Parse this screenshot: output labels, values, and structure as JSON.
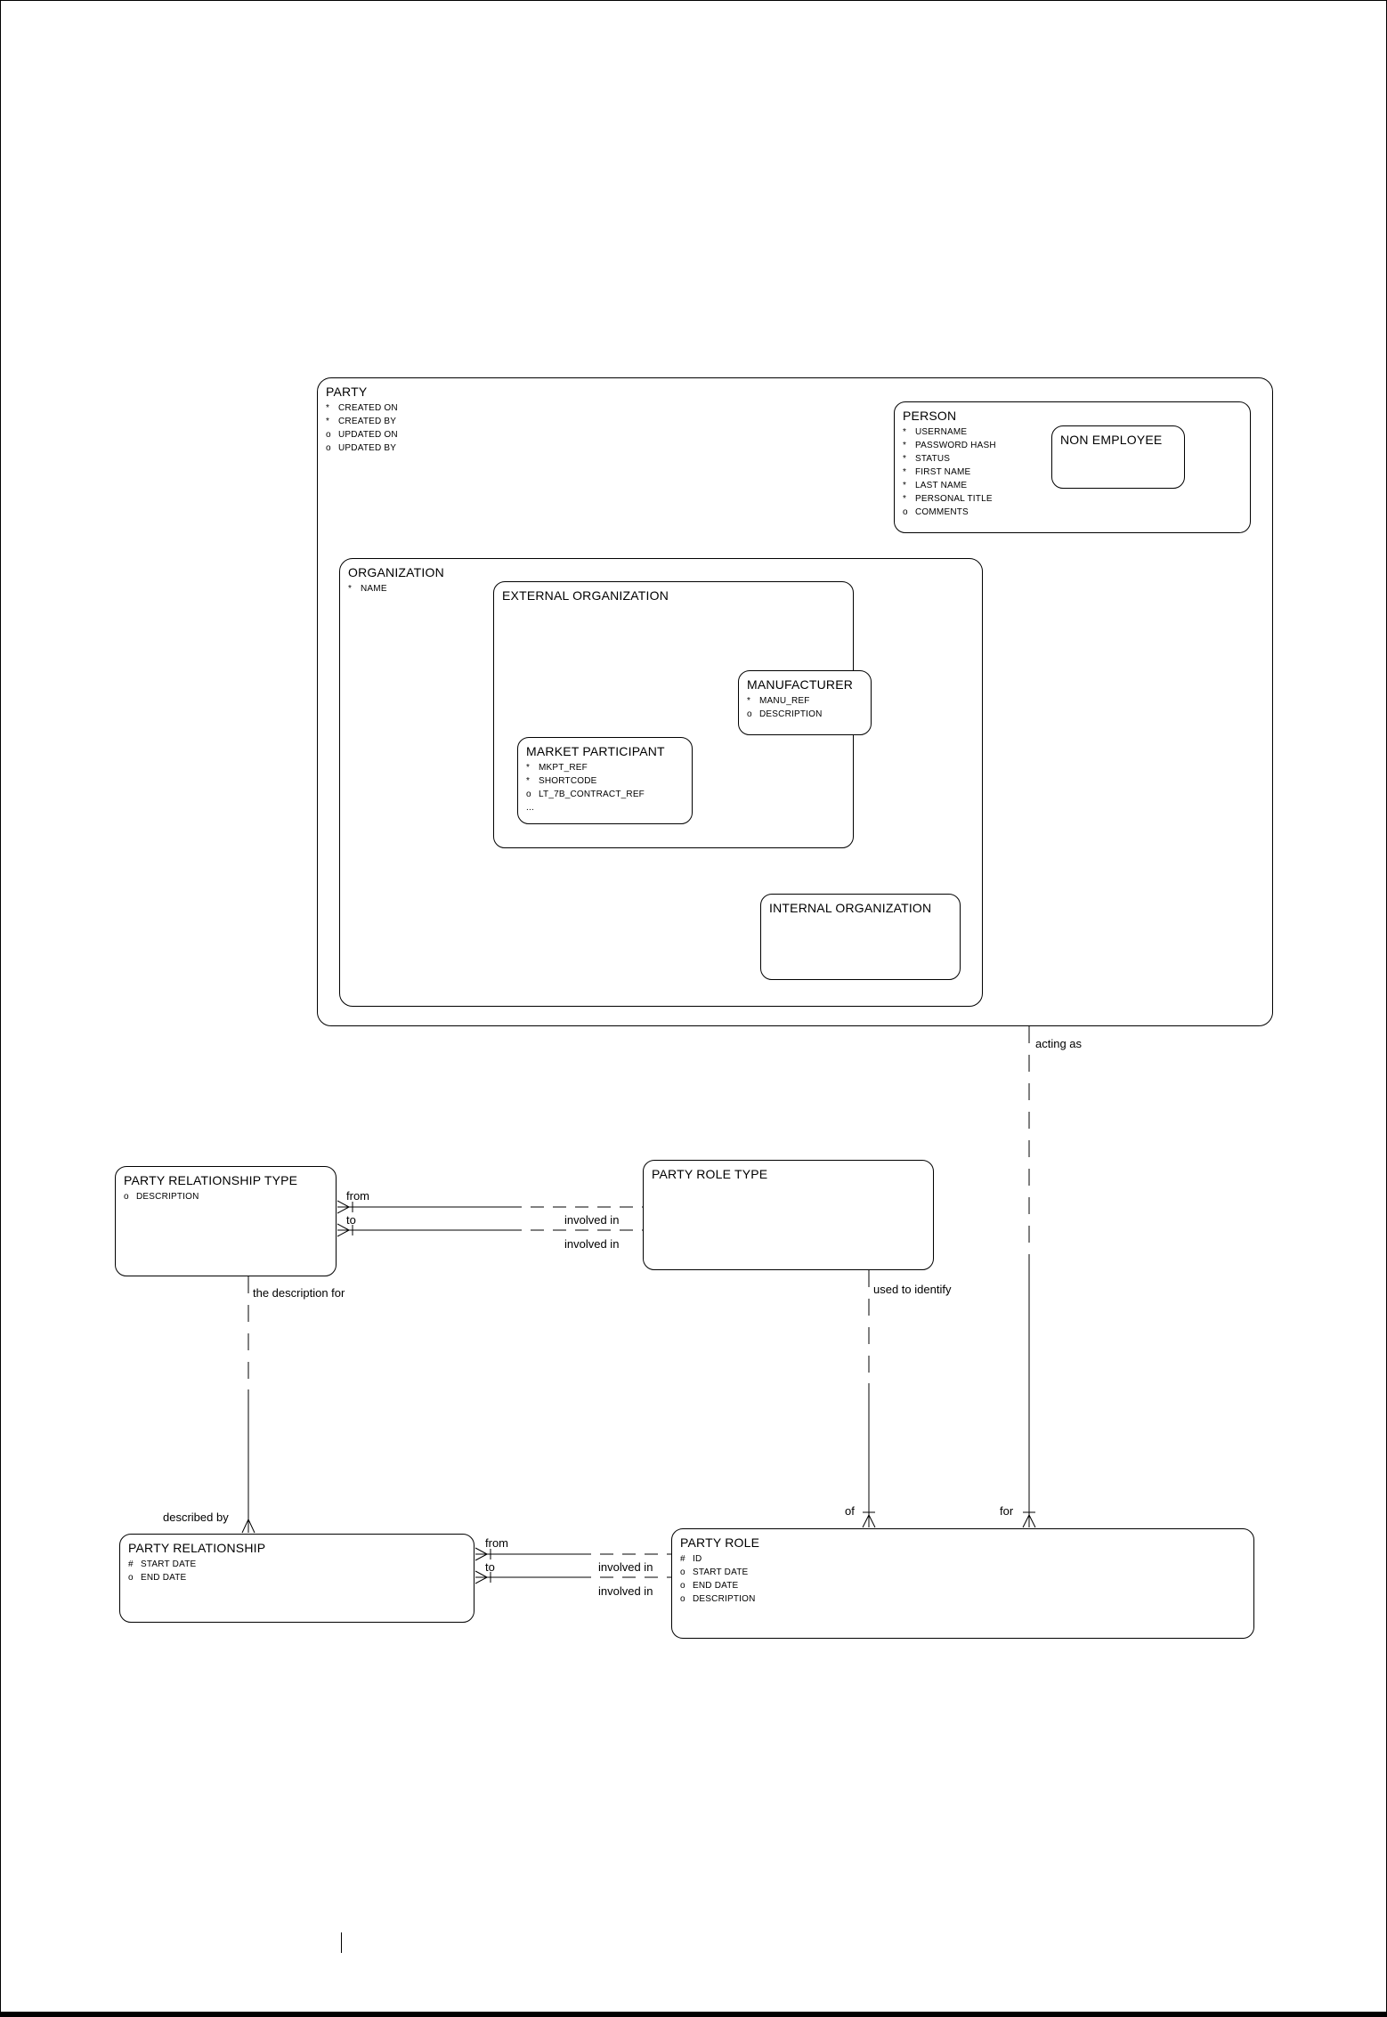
{
  "diagram": {
    "colors": {
      "line": "#000000",
      "background": "#ffffff",
      "text": "#000000"
    },
    "entities": {
      "party": {
        "title": "PARTY",
        "attrs": [
          {
            "m": "*",
            "n": "CREATED ON"
          },
          {
            "m": "*",
            "n": "CREATED BY"
          },
          {
            "m": "o",
            "n": "UPDATED ON"
          },
          {
            "m": "o",
            "n": "UPDATED BY"
          }
        ]
      },
      "person": {
        "title": "PERSON",
        "attrs": [
          {
            "m": "*",
            "n": "USERNAME"
          },
          {
            "m": "*",
            "n": "PASSWORD HASH"
          },
          {
            "m": "*",
            "n": "STATUS"
          },
          {
            "m": "*",
            "n": "FIRST NAME"
          },
          {
            "m": "*",
            "n": "LAST NAME"
          },
          {
            "m": "*",
            "n": "PERSONAL TITLE"
          },
          {
            "m": "o",
            "n": "COMMENTS"
          }
        ]
      },
      "non_employee": {
        "title": "NON EMPLOYEE",
        "attrs": []
      },
      "organization": {
        "title": "ORGANIZATION",
        "attrs": [
          {
            "m": "*",
            "n": "NAME"
          }
        ]
      },
      "external_organization": {
        "title": "EXTERNAL ORGANIZATION",
        "attrs": []
      },
      "manufacturer": {
        "title": "MANUFACTURER",
        "attrs": [
          {
            "m": "*",
            "n": "MANU_REF"
          },
          {
            "m": "o",
            "n": "DESCRIPTION"
          }
        ]
      },
      "market_participant": {
        "title": "MARKET PARTICIPANT",
        "attrs": [
          {
            "m": "*",
            "n": "MKPT_REF"
          },
          {
            "m": "*",
            "n": "SHORTCODE"
          },
          {
            "m": "o",
            "n": "LT_7B_CONTRACT_REF"
          },
          {
            "m": "...",
            "n": ""
          }
        ]
      },
      "internal_organization": {
        "title": "INTERNAL ORGANIZATION",
        "attrs": []
      },
      "party_relationship_type": {
        "title": "PARTY RELATIONSHIP TYPE",
        "attrs": [
          {
            "m": "o",
            "n": "DESCRIPTION"
          }
        ]
      },
      "party_role_type": {
        "title": "PARTY ROLE TYPE",
        "attrs": []
      },
      "party_relationship": {
        "title": "PARTY RELATIONSHIP",
        "attrs": [
          {
            "m": "#",
            "n": "START DATE"
          },
          {
            "m": "o",
            "n": "END DATE"
          }
        ]
      },
      "party_role": {
        "title": "PARTY ROLE",
        "attrs": [
          {
            "m": "#",
            "n": "ID"
          },
          {
            "m": "o",
            "n": "START DATE"
          },
          {
            "m": "o",
            "n": "END DATE"
          },
          {
            "m": "o",
            "n": "DESCRIPTION"
          }
        ]
      }
    },
    "labels": {
      "acting_as": "acting as",
      "from": "from",
      "to": "to",
      "involved_in": "involved in",
      "the_description_for": "the description for",
      "used_to_identify": "used to identify",
      "described_by": "described by",
      "of": "of",
      "for": "for"
    }
  }
}
